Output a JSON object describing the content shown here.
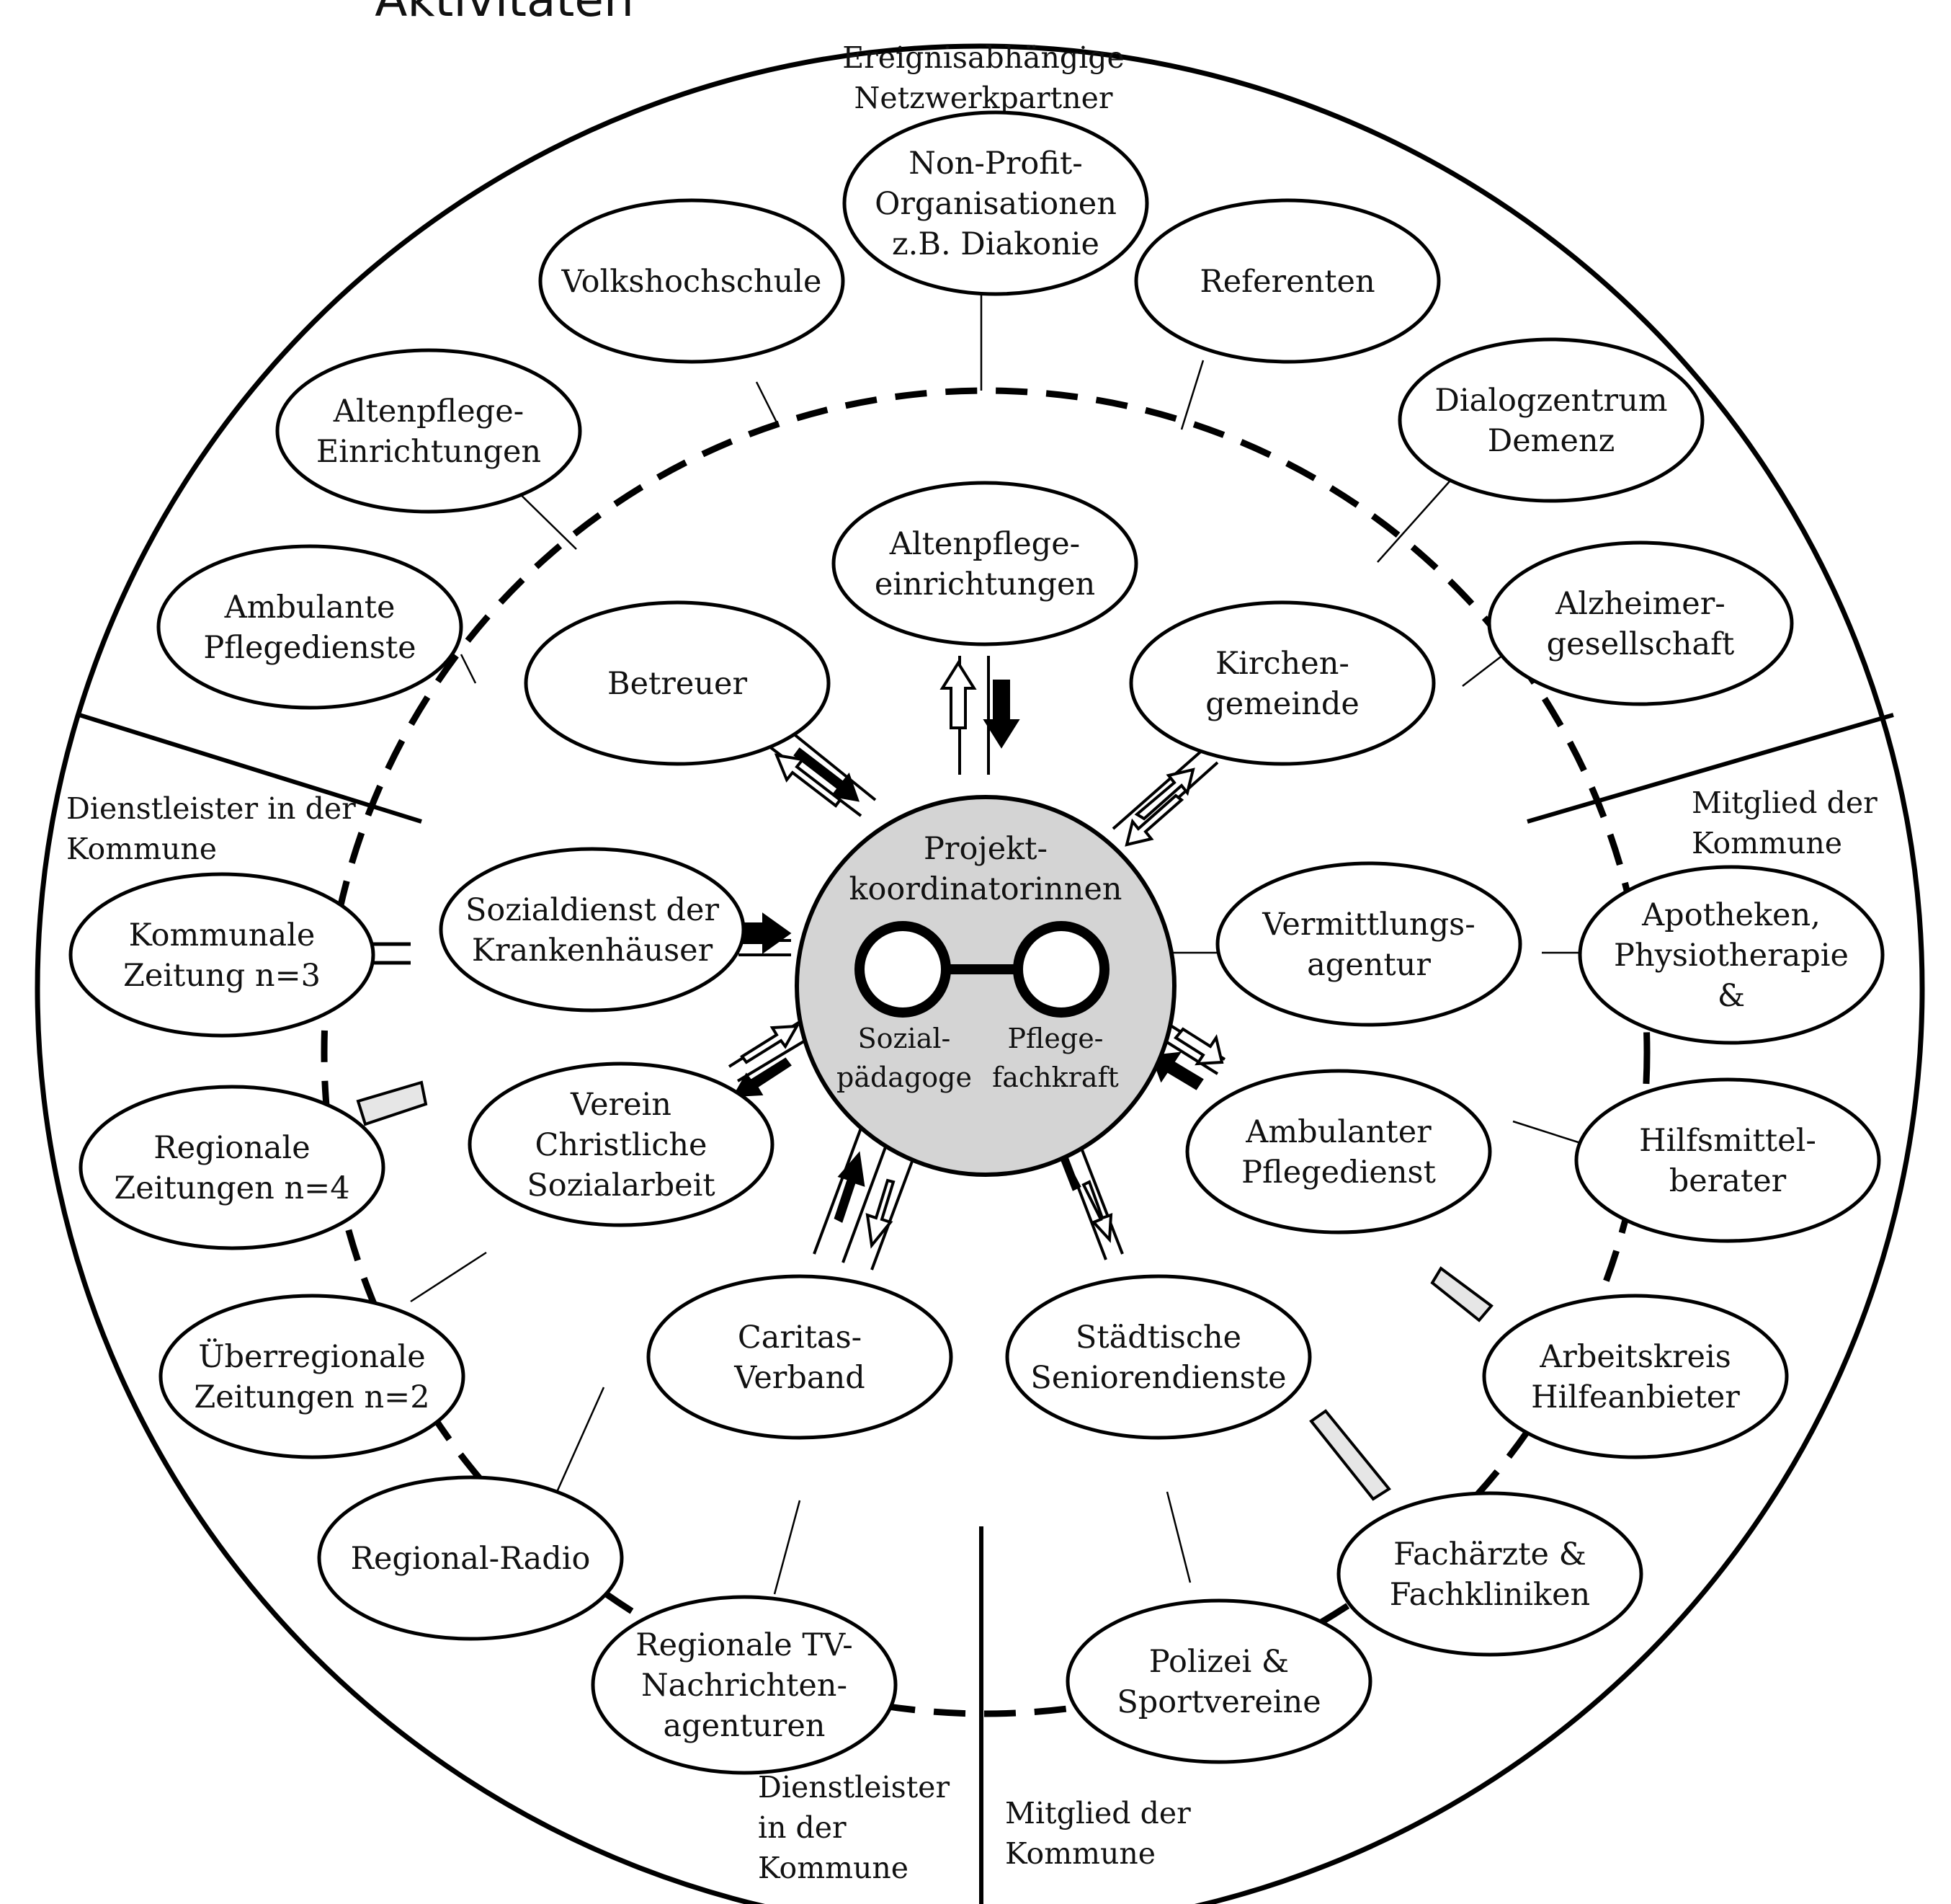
{
  "heading": "Aktivitäten",
  "center": {
    "title_line1": "Projekt-",
    "title_line2": "koordinatorinnen",
    "left_role_line1": "Sozial-",
    "left_role_line2": "pädagoge",
    "right_role_line1": "Pflege-",
    "right_role_line2": "fachkraft"
  },
  "sector_labels": {
    "top": [
      "Ereignisabhängige",
      "Netzwerkpartner"
    ],
    "left": [
      "Dienstleister in der",
      "Kommune"
    ],
    "right": [
      "Mitglied der",
      "Kommune"
    ],
    "bottom_left": [
      "Dienstleister",
      "in der",
      "Kommune"
    ],
    "bottom_right": [
      "Mitglied der",
      "Kommune"
    ]
  },
  "inner_nodes": [
    {
      "id": "altenpflegeeinrichtungen",
      "lines": [
        "Altenpflege-",
        "einrichtungen"
      ]
    },
    {
      "id": "kirchengemeinde",
      "lines": [
        "Kirchen-",
        "gemeinde"
      ]
    },
    {
      "id": "vermittlungsagentur",
      "lines": [
        "Vermittlungs-",
        "agentur"
      ]
    },
    {
      "id": "ambulanter-pflegedienst",
      "lines": [
        "Ambulanter",
        "Pflegedienst"
      ]
    },
    {
      "id": "staedtische-seniorendienste",
      "lines": [
        "Städtische",
        "Seniorendienste"
      ]
    },
    {
      "id": "caritas-verband",
      "lines": [
        "Caritas-",
        "Verband"
      ]
    },
    {
      "id": "verein-christliche-sozialarbeit",
      "lines": [
        "Verein",
        "Christliche",
        "Sozialarbeit"
      ]
    },
    {
      "id": "sozialdienst-krankenhaeuser",
      "lines": [
        "Sozialdienst der",
        "Krankenhäuser"
      ]
    },
    {
      "id": "betreuer",
      "lines": [
        "Betreuer"
      ]
    }
  ],
  "outer_nodes": [
    {
      "id": "non-profit-organisationen",
      "lines": [
        "Non-Profit-",
        "Organisationen",
        "z.B. Diakonie"
      ]
    },
    {
      "id": "referenten",
      "lines": [
        "Referenten"
      ]
    },
    {
      "id": "dialogzentrum-demenz",
      "lines": [
        "Dialogzentrum",
        "Demenz"
      ]
    },
    {
      "id": "alzheimergesellschaft",
      "lines": [
        "Alzheimer-",
        "gesellschaft"
      ]
    },
    {
      "id": "apotheken-physiotherapie",
      "lines": [
        "Apotheken,",
        "Physiotherapie",
        "&"
      ]
    },
    {
      "id": "hilfsmittelberater",
      "lines": [
        "Hilfsmittel-",
        "berater"
      ]
    },
    {
      "id": "arbeitskreis-hilfeanbieter",
      "lines": [
        "Arbeitskreis",
        "Hilfeanbieter"
      ]
    },
    {
      "id": "fachaerzte-fachkliniken",
      "lines": [
        "Fachärzte &",
        "Fachkliniken"
      ]
    },
    {
      "id": "polizei-sportvereine",
      "lines": [
        "Polizei &",
        "Sportvereine"
      ]
    },
    {
      "id": "regionale-tv-nachrichtenagenturen",
      "lines": [
        "Regionale TV-",
        "Nachrichten-",
        "agenturen"
      ]
    },
    {
      "id": "regional-radio",
      "lines": [
        "Regional-Radio"
      ]
    },
    {
      "id": "ueberregionale-zeitungen",
      "lines": [
        "Überregionale",
        "Zeitungen n=2"
      ]
    },
    {
      "id": "regionale-zeitungen",
      "lines": [
        "Regionale",
        "Zeitungen n=4"
      ]
    },
    {
      "id": "kommunale-zeitung",
      "lines": [
        "Kommunale",
        "Zeitung n=3"
      ]
    },
    {
      "id": "ambulante-pflegedienste",
      "lines": [
        "Ambulante",
        "Pflegedienste"
      ]
    },
    {
      "id": "altenpflege-einrichtungen",
      "lines": [
        "Altenpflege-",
        "Einrichtungen"
      ]
    },
    {
      "id": "volkshochschule",
      "lines": [
        "Volkshochschule"
      ]
    }
  ]
}
